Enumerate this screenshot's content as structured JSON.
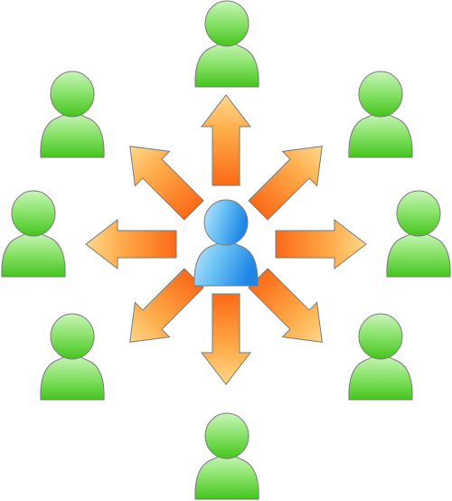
{
  "center": {
    "name": "center-person",
    "color_light": "#bfe6ff",
    "color_mid": "#6cc3f5",
    "color_dark": "#1f86e6"
  },
  "peers": [
    {
      "name": "person-top"
    },
    {
      "name": "person-top-right"
    },
    {
      "name": "person-right"
    },
    {
      "name": "person-bottom-right"
    },
    {
      "name": "person-bottom"
    },
    {
      "name": "person-bottom-left"
    },
    {
      "name": "person-left"
    },
    {
      "name": "person-top-left"
    }
  ],
  "arrows": [
    {
      "name": "arrow-up"
    },
    {
      "name": "arrow-up-right"
    },
    {
      "name": "arrow-right"
    },
    {
      "name": "arrow-down-right"
    },
    {
      "name": "arrow-down"
    },
    {
      "name": "arrow-down-left"
    },
    {
      "name": "arrow-left"
    },
    {
      "name": "arrow-up-left"
    }
  ],
  "colors": {
    "peer_light": "#c8f5b8",
    "peer_mid": "#86e266",
    "peer_dark": "#45c41e",
    "arrow_light": "#ffd88a",
    "arrow_mid": "#ffab4a",
    "arrow_dark": "#fb6a17",
    "outline": "#7a7a7a"
  }
}
